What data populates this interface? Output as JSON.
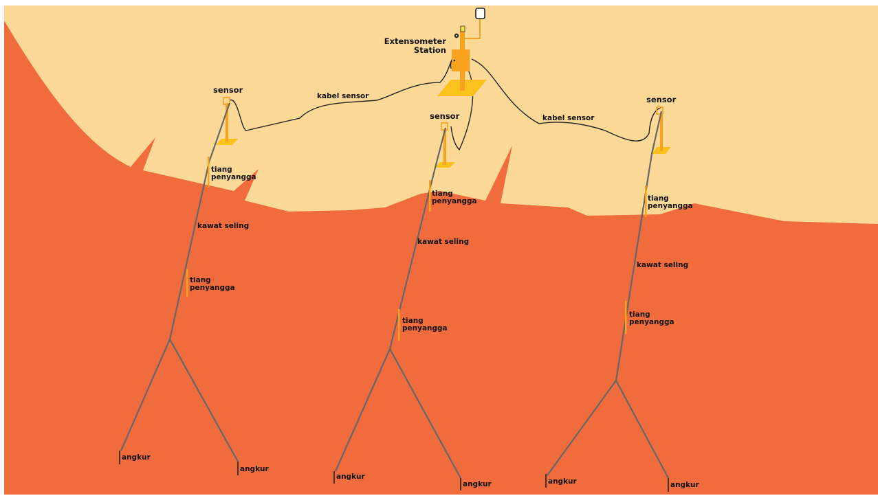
{
  "colors": {
    "sky": "#fcd997",
    "ground": "#f06c3d",
    "cable": "#666666",
    "pole": "#f9a21d",
    "plate": "#fbc21e",
    "wire": "#222222",
    "text": "#111111"
  },
  "station": {
    "line1": "Extensometer",
    "line2": "Station"
  },
  "labels": {
    "sensor": "sensor",
    "kabel_sensor": "kabel sensor",
    "tiang": "tiang",
    "penyangga": "penyangga",
    "kawat_seling": "kawat seling",
    "angkur": "angkur"
  }
}
